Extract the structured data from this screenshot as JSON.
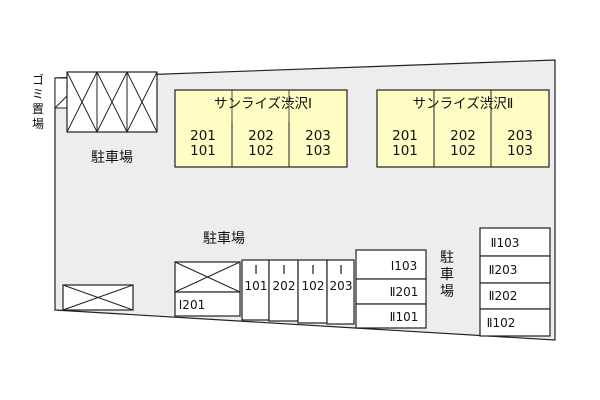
{
  "colors": {
    "background": "#ffffff",
    "lot": "#ededed",
    "building": "#fffcc4",
    "line": "#222222"
  },
  "labels": {
    "garbage": "ゴミ置場",
    "parking_left": "駐車場",
    "parking_center": "駐車場",
    "parking_right": "駐車場"
  },
  "building_1": {
    "name": "サンライズ渋沢Ⅰ",
    "units": [
      {
        "upper": "201",
        "lower": "101"
      },
      {
        "upper": "202",
        "lower": "102"
      },
      {
        "upper": "203",
        "lower": "103"
      }
    ]
  },
  "building_2": {
    "name": "サンライズ渋沢Ⅱ",
    "units": [
      {
        "upper": "201",
        "lower": "101"
      },
      {
        "upper": "202",
        "lower": "102"
      },
      {
        "upper": "203",
        "lower": "103"
      }
    ]
  },
  "spaces": {
    "s_i201": "Ⅰ201",
    "v_i101_top": "Ⅰ",
    "v_i101_num": "101",
    "v_i202_top": "Ⅰ",
    "v_i202_num": "202",
    "v_i102_top": "Ⅰ",
    "v_i102_num": "102",
    "v_i203_top": "Ⅰ",
    "v_i203_num": "203",
    "c_i103": "Ⅰ103",
    "c_ii201": "Ⅱ201",
    "c_ii101": "Ⅱ101",
    "r_ii103": "Ⅱ103",
    "r_ii203": "Ⅱ203",
    "r_ii202": "Ⅱ202",
    "r_ii102": "Ⅱ102"
  }
}
